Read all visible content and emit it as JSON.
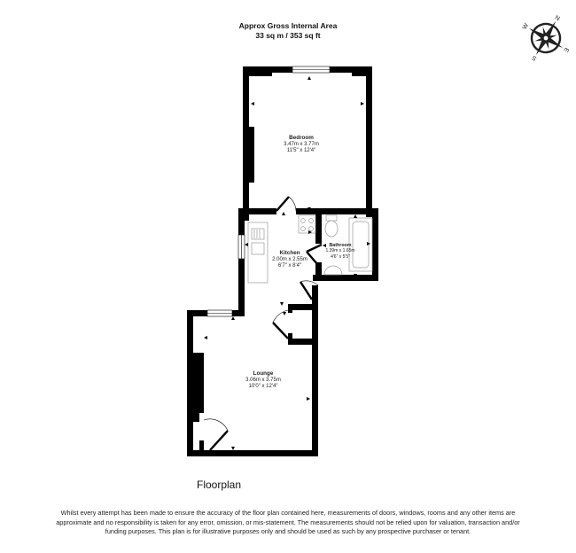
{
  "header": {
    "title": "Approx Gross Internal Area",
    "area": "33 sq m / 353 sq ft"
  },
  "compass": {
    "icon": "compass-rose-icon",
    "labels": {
      "north": "N",
      "east": "E",
      "south": "S",
      "west": "W"
    }
  },
  "rooms": [
    {
      "name": "Bedroom",
      "metric": "3.47m x 3.77m",
      "imperial": "11'5\" x 12'4\""
    },
    {
      "name": "Kitchen",
      "metric": "2.00m x 2.55m",
      "imperial": "6'7\" x 8'4\""
    },
    {
      "name": "Bathroom",
      "metric": "1.39m x 1.65m",
      "imperial": "4'6\" x 5'5\""
    },
    {
      "name": "Lounge",
      "metric": "3.06m x 3.75m",
      "imperial": "10'0\" x 12'4\""
    }
  ],
  "footer": {
    "title": "Floorplan",
    "disclaimer": "Whilst every attempt has been made to ensure the accuracy of the floor plan contained here, measurements of doors, windows, rooms and any other items are approximate and no responsibility is taken for any error, omission, or mis-statement. The measurements should not be relied upon for valuation, transaction and/or funding purposes. This plan is for illustrative purposes only and should be used as such by any prospective purchaser or tenant."
  },
  "colors": {
    "wall": "#000000",
    "fixture_stroke": "#999999",
    "background": "#ffffff"
  }
}
